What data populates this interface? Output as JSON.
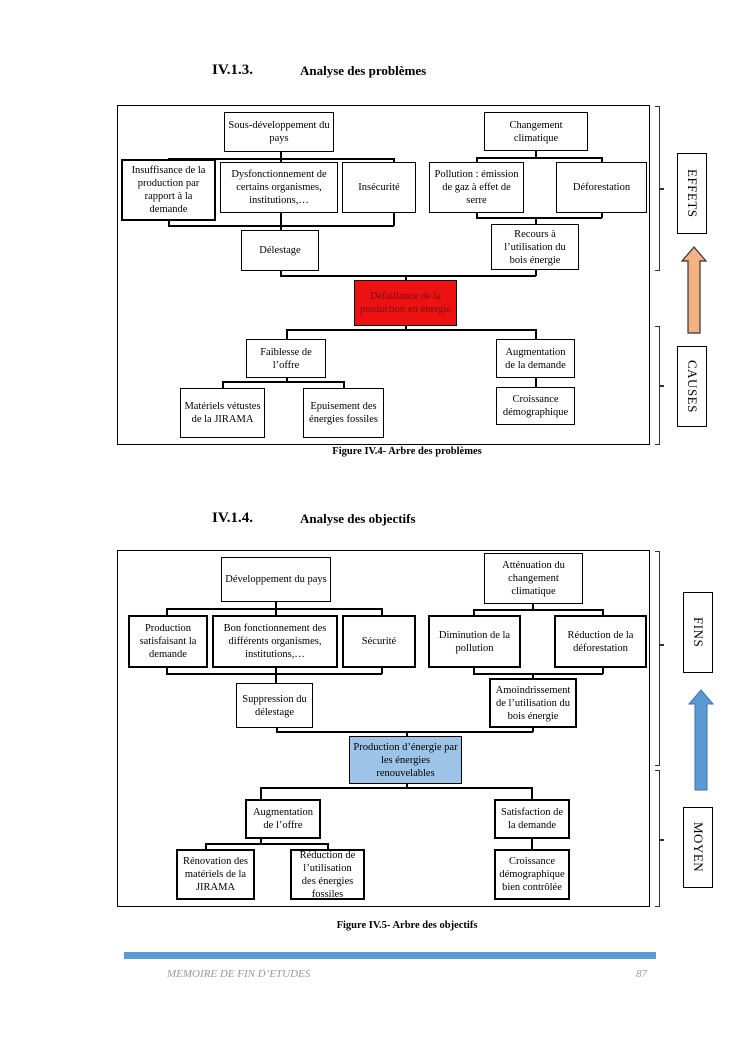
{
  "section1": {
    "number": "IV.1.3.",
    "title": "Analyse des problèmes",
    "caption": "Figure IV.4- Arbre des problèmes",
    "top_left": "Sous-développement du pays",
    "top_right": "Changement climatique",
    "row2": [
      "Insuffisance de la production par rapport à la demande",
      "Dysfonctionnement de certains organismes, institutions,…",
      "Insécurité",
      "Pollution : émission de  gaz à effet de serre",
      "Déforestation"
    ],
    "delestage": "Délestage",
    "recours": "Recours à l’utilisation du bois énergie",
    "core": "Défaillance de la production en énergie",
    "cause_left": "Faiblesse de l’offre",
    "cause_right": "Augmentation de la demande",
    "sub_left1": "Matériels vétustes de la JIRAMA",
    "sub_left2": "Epuisement des énergies fossiles",
    "sub_right": "Croissance démographique",
    "label_top": "EFFETS",
    "label_bottom": "CAUSES",
    "arrow_color": "#f4b183",
    "core_color": "#ee1111"
  },
  "section2": {
    "number": "IV.1.4.",
    "title": "Analyse des objectifs",
    "caption": "Figure IV.5- Arbre des objectifs",
    "top_left": "Développement du pays",
    "top_right": "Atténuation du changement climatique",
    "row2": [
      "Production satisfaisant la demande",
      "Bon fonctionnement  des différents organismes, institutions,…",
      "Sécurité",
      "Diminution de la pollution",
      "Réduction de la déforestation"
    ],
    "delestage": "Suppression du délestage",
    "recours": "Amoindrissement de l’utilisation du bois énergie",
    "core": "Production d’énergie par les énergies renouvelables",
    "cause_left": "Augmentation de l’offre",
    "cause_right": "Satisfaction de la demande",
    "sub_left1": "Rénovation des matériels de la JIRAMA",
    "sub_left2": "Réduction de l’utilisation des énergies fossiles",
    "sub_right": "Croissance démographique bien contrôlée",
    "label_top": "FINS",
    "label_bottom": "MOYEN",
    "arrow_color": "#5b9bd5",
    "core_color": "#9dc3e6"
  },
  "footer": {
    "left": "MEMOIRE DE FIN D’ETUDES",
    "page": "87"
  }
}
